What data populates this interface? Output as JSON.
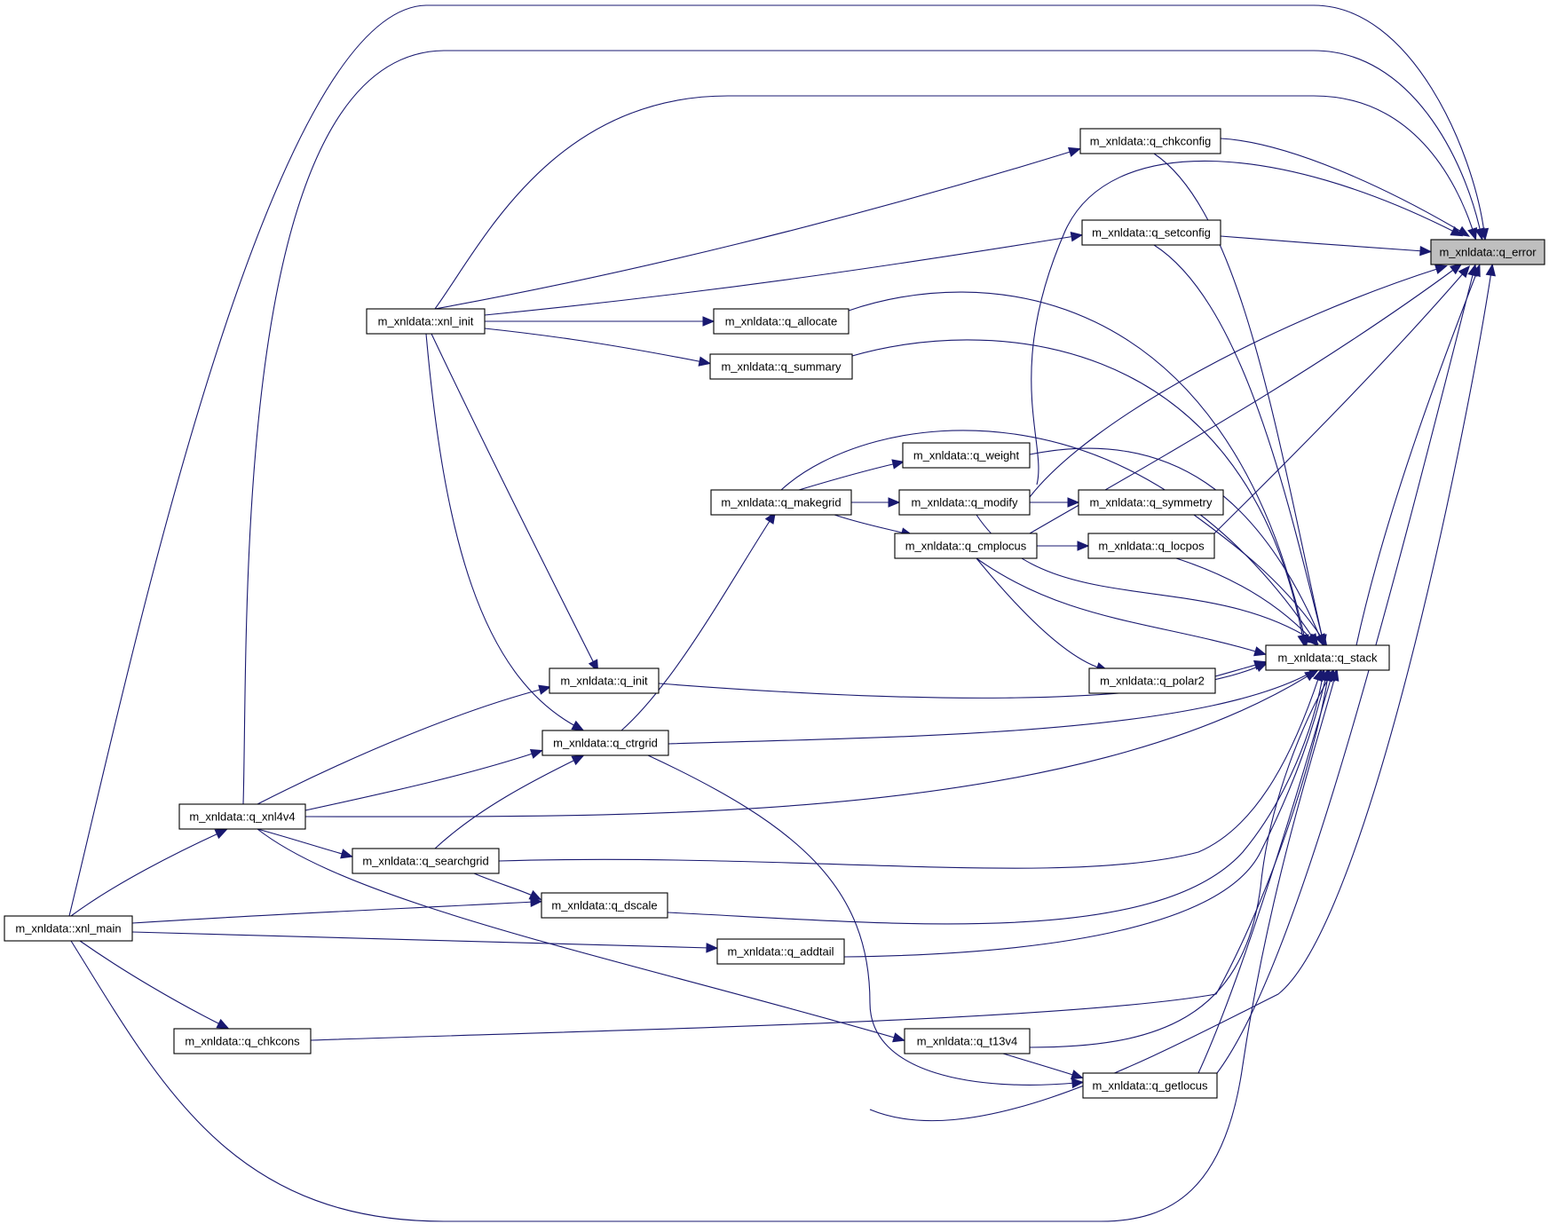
{
  "graph": {
    "colors": {
      "edge": "#191970",
      "node_border": "#000000",
      "node_fill": "#ffffff",
      "focus_fill": "#bfbfbf"
    },
    "nodes": [
      {
        "id": "q_error",
        "label": "m_xnldata::q_error",
        "highlight": true
      },
      {
        "id": "q_chkconfig",
        "label": "m_xnldata::q_chkconfig"
      },
      {
        "id": "q_setconfig",
        "label": "m_xnldata::q_setconfig"
      },
      {
        "id": "xnl_init",
        "label": "m_xnldata::xnl_init"
      },
      {
        "id": "q_allocate",
        "label": "m_xnldata::q_allocate"
      },
      {
        "id": "q_summary",
        "label": "m_xnldata::q_summary"
      },
      {
        "id": "q_weight",
        "label": "m_xnldata::q_weight"
      },
      {
        "id": "q_makegrid",
        "label": "m_xnldata::q_makegrid"
      },
      {
        "id": "q_modify",
        "label": "m_xnldata::q_modify"
      },
      {
        "id": "q_symmetry",
        "label": "m_xnldata::q_symmetry"
      },
      {
        "id": "q_cmplocus",
        "label": "m_xnldata::q_cmplocus"
      },
      {
        "id": "q_locpos",
        "label": "m_xnldata::q_locpos"
      },
      {
        "id": "q_stack",
        "label": "m_xnldata::q_stack"
      },
      {
        "id": "q_polar2",
        "label": "m_xnldata::q_polar2"
      },
      {
        "id": "q_init",
        "label": "m_xnldata::q_init"
      },
      {
        "id": "q_ctrgrid",
        "label": "m_xnldata::q_ctrgrid"
      },
      {
        "id": "q_xnl4v4",
        "label": "m_xnldata::q_xnl4v4"
      },
      {
        "id": "q_searchgrid",
        "label": "m_xnldata::q_searchgrid"
      },
      {
        "id": "q_dscale",
        "label": "m_xnldata::q_dscale"
      },
      {
        "id": "xnl_main",
        "label": "m_xnldata::xnl_main"
      },
      {
        "id": "q_addtail",
        "label": "m_xnldata::q_addtail"
      },
      {
        "id": "q_chkcons",
        "label": "m_xnldata::q_chkcons"
      },
      {
        "id": "q_t13v4",
        "label": "m_xnldata::q_t13v4"
      },
      {
        "id": "q_getlocus",
        "label": "m_xnldata::q_getlocus"
      }
    ],
    "edges": [
      {
        "from": "q_chkconfig",
        "to": "q_error"
      },
      {
        "from": "q_setconfig",
        "to": "q_error"
      },
      {
        "from": "q_stack",
        "to": "q_error"
      },
      {
        "from": "q_modify",
        "to": "q_error"
      },
      {
        "from": "q_cmplocus",
        "to": "q_error"
      },
      {
        "from": "q_locpos",
        "to": "q_error"
      },
      {
        "from": "q_getlocus",
        "to": "q_error"
      },
      {
        "from": "xnl_main",
        "to": "q_error"
      },
      {
        "from": "q_xnl4v4",
        "to": "q_error"
      },
      {
        "from": "xnl_init",
        "to": "q_error"
      },
      {
        "from": "q_ctrgrid",
        "to": "q_error"
      },
      {
        "from": "q_searchgrid",
        "to": "q_error"
      },
      {
        "from": "xnl_init",
        "to": "q_chkconfig"
      },
      {
        "from": "xnl_init",
        "to": "q_setconfig"
      },
      {
        "from": "xnl_init",
        "to": "q_allocate"
      },
      {
        "from": "xnl_init",
        "to": "q_summary"
      },
      {
        "from": "xnl_init",
        "to": "q_init"
      },
      {
        "from": "xnl_init",
        "to": "q_ctrgrid"
      },
      {
        "from": "q_makegrid",
        "to": "q_weight"
      },
      {
        "from": "q_makegrid",
        "to": "q_modify"
      },
      {
        "from": "q_makegrid",
        "to": "q_cmplocus"
      },
      {
        "from": "q_modify",
        "to": "q_symmetry"
      },
      {
        "from": "q_cmplocus",
        "to": "q_locpos"
      },
      {
        "from": "q_cmplocus",
        "to": "q_polar2"
      },
      {
        "from": "q_ctrgrid",
        "to": "q_makegrid"
      },
      {
        "from": "q_xnl4v4",
        "to": "q_init"
      },
      {
        "from": "q_xnl4v4",
        "to": "q_ctrgrid"
      },
      {
        "from": "q_xnl4v4",
        "to": "q_searchgrid"
      },
      {
        "from": "q_xnl4v4",
        "to": "q_t13v4"
      },
      {
        "from": "q_searchgrid",
        "to": "q_ctrgrid"
      },
      {
        "from": "q_searchgrid",
        "to": "q_dscale"
      },
      {
        "from": "xnl_main",
        "to": "q_xnl4v4"
      },
      {
        "from": "xnl_main",
        "to": "q_dscale"
      },
      {
        "from": "xnl_main",
        "to": "q_addtail"
      },
      {
        "from": "xnl_main",
        "to": "q_chkcons"
      },
      {
        "from": "q_t13v4",
        "to": "q_getlocus"
      },
      {
        "from": "q_chkconfig",
        "to": "q_stack"
      },
      {
        "from": "q_setconfig",
        "to": "q_stack"
      },
      {
        "from": "q_allocate",
        "to": "q_stack"
      },
      {
        "from": "q_summary",
        "to": "q_stack"
      },
      {
        "from": "q_makegrid",
        "to": "q_stack"
      },
      {
        "from": "q_weight",
        "to": "q_stack"
      },
      {
        "from": "q_modify",
        "to": "q_stack"
      },
      {
        "from": "q_symmetry",
        "to": "q_stack"
      },
      {
        "from": "q_locpos",
        "to": "q_stack"
      },
      {
        "from": "q_cmplocus",
        "to": "q_stack"
      },
      {
        "from": "q_polar2",
        "to": "q_stack"
      },
      {
        "from": "q_init",
        "to": "q_stack"
      },
      {
        "from": "q_ctrgrid",
        "to": "q_stack"
      },
      {
        "from": "q_xnl4v4",
        "to": "q_stack"
      },
      {
        "from": "q_searchgrid",
        "to": "q_stack"
      },
      {
        "from": "q_dscale",
        "to": "q_stack"
      },
      {
        "from": "q_addtail",
        "to": "q_stack"
      },
      {
        "from": "q_chkcons",
        "to": "q_stack"
      },
      {
        "from": "q_t13v4",
        "to": "q_stack"
      },
      {
        "from": "q_getlocus",
        "to": "q_stack"
      },
      {
        "from": "xnl_main",
        "to": "q_stack"
      },
      {
        "from": "q_ctrgrid",
        "to": "q_getlocus"
      }
    ]
  }
}
